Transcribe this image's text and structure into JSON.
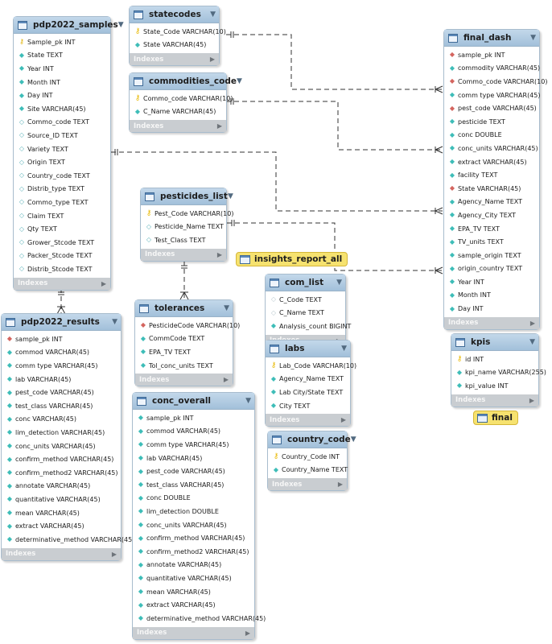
{
  "tables": [
    {
      "id": "pdp2022_samples",
      "name": "pdp2022_samples",
      "footer": "Indexes",
      "columns": [
        {
          "text": "Sample_pk INT",
          "icon": "pk"
        },
        {
          "text": "State TEXT",
          "icon": "col"
        },
        {
          "text": "Year INT",
          "icon": "col"
        },
        {
          "text": "Month INT",
          "icon": "col"
        },
        {
          "text": "Day INT",
          "icon": "col"
        },
        {
          "text": "Site VARCHAR(45)",
          "icon": "col"
        },
        {
          "text": "Commo_code TEXT",
          "icon": "null"
        },
        {
          "text": "Source_ID TEXT",
          "icon": "null"
        },
        {
          "text": "Variety TEXT",
          "icon": "null"
        },
        {
          "text": "Origin TEXT",
          "icon": "null"
        },
        {
          "text": "Country_code TEXT",
          "icon": "null"
        },
        {
          "text": "Distrib_type TEXT",
          "icon": "null"
        },
        {
          "text": "Commo_type TEXT",
          "icon": "null"
        },
        {
          "text": "Claim TEXT",
          "icon": "null"
        },
        {
          "text": "Qty TEXT",
          "icon": "null"
        },
        {
          "text": "Grower_Stcode TEXT",
          "icon": "null"
        },
        {
          "text": "Packer_Stcode TEXT",
          "icon": "null"
        },
        {
          "text": "Distrib_Stcode TEXT",
          "icon": "null"
        }
      ]
    },
    {
      "id": "statecodes",
      "name": "statecodes",
      "footer": "Indexes",
      "columns": [
        {
          "text": "State_Code VARCHAR(10)",
          "icon": "key"
        },
        {
          "text": "State VARCHAR(45)",
          "icon": "col"
        }
      ]
    },
    {
      "id": "commodities_code",
      "name": "commodities_code",
      "footer": "Indexes",
      "columns": [
        {
          "text": "Commo_code VARCHAR(10)",
          "icon": "key"
        },
        {
          "text": "C_Name VARCHAR(45)",
          "icon": "col"
        }
      ]
    },
    {
      "id": "pesticides_list",
      "name": "pesticides_list",
      "footer": "Indexes",
      "columns": [
        {
          "text": "Pest_Code VARCHAR(10)",
          "icon": "key"
        },
        {
          "text": "Pesticide_Name TEXT",
          "icon": "null"
        },
        {
          "text": "Test_Class TEXT",
          "icon": "null"
        }
      ]
    },
    {
      "id": "final_dash",
      "name": "final_dash",
      "footer": "Indexes",
      "columns": [
        {
          "text": "sample_pk INT",
          "icon": "fk"
        },
        {
          "text": "commodity VARCHAR(45)",
          "icon": "col"
        },
        {
          "text": "Commo_code VARCHAR(10)",
          "icon": "fk"
        },
        {
          "text": "comm type VARCHAR(45)",
          "icon": "col"
        },
        {
          "text": "pest_code VARCHAR(45)",
          "icon": "fk"
        },
        {
          "text": "pesticide TEXT",
          "icon": "col"
        },
        {
          "text": "conc DOUBLE",
          "icon": "col"
        },
        {
          "text": "conc_units VARCHAR(45)",
          "icon": "col"
        },
        {
          "text": "extract VARCHAR(45)",
          "icon": "col"
        },
        {
          "text": "facility TEXT",
          "icon": "col"
        },
        {
          "text": "State VARCHAR(45)",
          "icon": "fk"
        },
        {
          "text": "Agency_Name TEXT",
          "icon": "col"
        },
        {
          "text": "Agency_City TEXT",
          "icon": "col"
        },
        {
          "text": "EPA_TV TEXT",
          "icon": "col"
        },
        {
          "text": "TV_units TEXT",
          "icon": "col"
        },
        {
          "text": "sample_origin TEXT",
          "icon": "col"
        },
        {
          "text": "origin_country TEXT",
          "icon": "col"
        },
        {
          "text": "Year INT",
          "icon": "col"
        },
        {
          "text": "Month INT",
          "icon": "col"
        },
        {
          "text": "Day INT",
          "icon": "col"
        }
      ]
    },
    {
      "id": "pdp2022_results",
      "name": "pdp2022_results",
      "footer": "Indexes",
      "columns": [
        {
          "text": "sample_pk INT",
          "icon": "fk"
        },
        {
          "text": "commod VARCHAR(45)",
          "icon": "col"
        },
        {
          "text": "comm type VARCHAR(45)",
          "icon": "col"
        },
        {
          "text": "lab VARCHAR(45)",
          "icon": "col"
        },
        {
          "text": "pest_code VARCHAR(45)",
          "icon": "col"
        },
        {
          "text": "test_class VARCHAR(45)",
          "icon": "col"
        },
        {
          "text": "conc VARCHAR(45)",
          "icon": "col"
        },
        {
          "text": "lim_detection VARCHAR(45)",
          "icon": "col"
        },
        {
          "text": "conc_units VARCHAR(45)",
          "icon": "col"
        },
        {
          "text": "confirm_method VARCHAR(45)",
          "icon": "col"
        },
        {
          "text": "confirm_method2 VARCHAR(45)",
          "icon": "col"
        },
        {
          "text": "annotate VARCHAR(45)",
          "icon": "col"
        },
        {
          "text": "quantitative VARCHAR(45)",
          "icon": "col"
        },
        {
          "text": "mean VARCHAR(45)",
          "icon": "col"
        },
        {
          "text": "extract VARCHAR(45)",
          "icon": "col"
        },
        {
          "text": "determinative_method VARCHAR(45)",
          "icon": "col"
        }
      ]
    },
    {
      "id": "tolerances",
      "name": "tolerances",
      "footer": "Indexes",
      "columns": [
        {
          "text": "PesticideCode VARCHAR(10)",
          "icon": "fk"
        },
        {
          "text": "CommCode TEXT",
          "icon": "col"
        },
        {
          "text": "EPA_TV TEXT",
          "icon": "col"
        },
        {
          "text": "Tol_conc_units TEXT",
          "icon": "col"
        }
      ]
    },
    {
      "id": "com_list",
      "name": "com_list",
      "footer": "Indexes",
      "columns": [
        {
          "text": "C_Code TEXT",
          "icon": "fkn"
        },
        {
          "text": "C_Name TEXT",
          "icon": "fkn"
        },
        {
          "text": "Analysis_count BIGINT",
          "icon": "col"
        }
      ]
    },
    {
      "id": "labs",
      "name": "labs",
      "footer": "Indexes",
      "columns": [
        {
          "text": "Lab_Code VARCHAR(10)",
          "icon": "key"
        },
        {
          "text": "Agency_Name TEXT",
          "icon": "col"
        },
        {
          "text": "Lab City/State TEXT",
          "icon": "col"
        },
        {
          "text": "City TEXT",
          "icon": "col"
        }
      ]
    },
    {
      "id": "country_code",
      "name": "country_code",
      "footer": "Indexes",
      "columns": [
        {
          "text": "Country_Code INT",
          "icon": "key"
        },
        {
          "text": "Country_Name TEXT",
          "icon": "col"
        }
      ]
    },
    {
      "id": "kpis",
      "name": "kpis",
      "footer": "Indexes",
      "columns": [
        {
          "text": "id INT",
          "icon": "key"
        },
        {
          "text": "kpi_name VARCHAR(255)",
          "icon": "col"
        },
        {
          "text": "kpi_value INT",
          "icon": "col"
        }
      ]
    },
    {
      "id": "conc_overall",
      "name": "conc_overall",
      "footer": "Indexes",
      "columns": [
        {
          "text": "sample_pk INT",
          "icon": "col"
        },
        {
          "text": "commod VARCHAR(45)",
          "icon": "col"
        },
        {
          "text": "comm type VARCHAR(45)",
          "icon": "col"
        },
        {
          "text": "lab VARCHAR(45)",
          "icon": "col"
        },
        {
          "text": "pest_code VARCHAR(45)",
          "icon": "col"
        },
        {
          "text": "test_class VARCHAR(45)",
          "icon": "col"
        },
        {
          "text": "conc DOUBLE",
          "icon": "col"
        },
        {
          "text": "lim_detection DOUBLE",
          "icon": "col"
        },
        {
          "text": "conc_units VARCHAR(45)",
          "icon": "col"
        },
        {
          "text": "confirm_method VARCHAR(45)",
          "icon": "col"
        },
        {
          "text": "confirm_method2 VARCHAR(45)",
          "icon": "col"
        },
        {
          "text": "annotate VARCHAR(45)",
          "icon": "col"
        },
        {
          "text": "quantitative VARCHAR(45)",
          "icon": "col"
        },
        {
          "text": "mean VARCHAR(45)",
          "icon": "col"
        },
        {
          "text": "extract VARCHAR(45)",
          "icon": "col"
        },
        {
          "text": "determinative_method VARCHAR(45)",
          "icon": "col"
        }
      ]
    }
  ],
  "views": [
    {
      "id": "insights_report_all",
      "name": "insights_report_all"
    },
    {
      "id": "final",
      "name": "final"
    }
  ],
  "colors": {
    "header": "#a2c0da",
    "footer": "#c9cdd1",
    "view": "#f6e26f",
    "primary_key": "#e0b000",
    "foreign_key": "#d4655f",
    "column": "#3ebdb8"
  }
}
